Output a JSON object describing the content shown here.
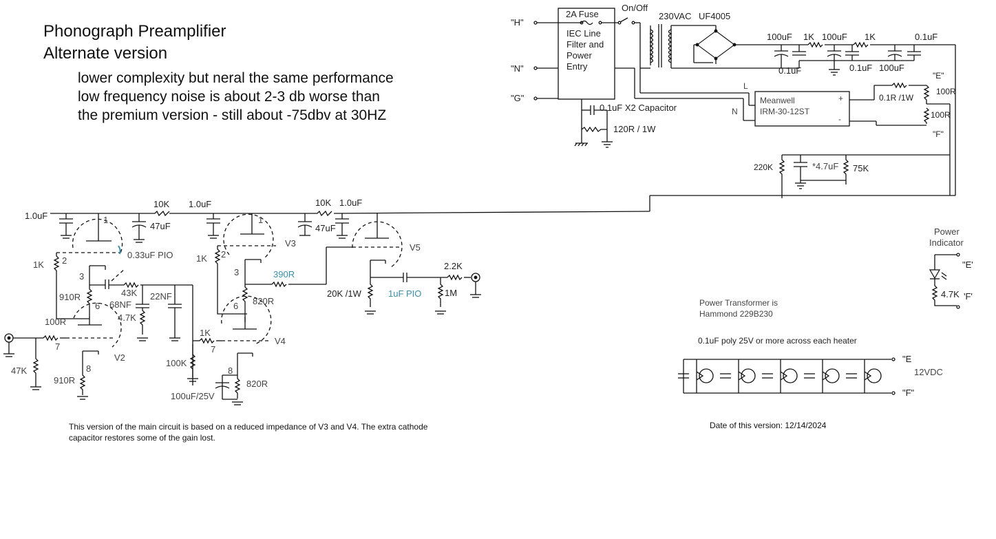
{
  "header": {
    "title": "Phonograph Preamplifier",
    "subtitle": "Alternate version",
    "description": [
      "lower complexity but neral the same performance",
      "low frequency noise is about 2-3 db worse than",
      "the premium version - still about -75dbv at 30HZ"
    ]
  },
  "power_entry": {
    "terminals": [
      "\"H\"",
      "\"N\"",
      "\"G\""
    ],
    "fuse": "2A Fuse",
    "module_label": [
      "IEC Line",
      "Filter and",
      "Power",
      "Entry"
    ],
    "switch": "On/Off",
    "transformer_voltage": "230VAC",
    "rectifier": "UF4005",
    "x2_cap": "0.1uF X2 Capacitor",
    "ground_resistor": "120R / 1W"
  },
  "hv_filter": {
    "top_labels": [
      "100uF",
      "1K",
      "100uF",
      "1K",
      "0.1uF"
    ],
    "bottom_labels": [
      "0.1uF",
      "0.1uF",
      "100uF"
    ]
  },
  "heater_supply": {
    "module_name": "Meanwell",
    "module_part": "IRM-30-12ST",
    "plus": "+",
    "minus": "-",
    "line_l": "L",
    "line_n": "N",
    "sense_resistor": "0.1R /1W",
    "balance_top": "100R",
    "balance_bottom": "100R",
    "node_e": "\"E\"",
    "node_f": "\"F\""
  },
  "bias_network": {
    "r_left": "220K",
    "cap": "*4.7uF",
    "r_right": "75K"
  },
  "main_circuit": {
    "labels": {
      "c_1uf_a": "1.0uF",
      "r_10k_a": "10K",
      "c_47uf_a": "47uF",
      "c_1uf_b": "1.0uF",
      "c_1uf_c": "1.0uF",
      "r_10k_b": "10K",
      "c_47uf_b": "47uF",
      "r_1k_v1": "1K",
      "c_033": "0.33uF PIO",
      "r_910_a": "910R",
      "r_43k": "43K",
      "c_68nf": "68NF",
      "c_22nf": "22NF",
      "r_4k7": "4.7K",
      "r_100r": "100R",
      "r_47k": "47K",
      "r_910_b": "910R",
      "r_1k_v3": "1K",
      "r_390": "390R",
      "r_820_a": "820R",
      "r_1k_v4": "1K",
      "r_100k": "100K",
      "c_100uf_25v": "100uF/25V",
      "r_820_b": "820R",
      "r_20k": "20K /1W",
      "c_1uf_pio": "1uF PIO",
      "r_2k2": "2.2K",
      "r_1m": "1M"
    },
    "tubes": [
      "V2",
      "V3",
      "V4",
      "V5"
    ],
    "pins": [
      "1",
      "2",
      "3",
      "6",
      "7",
      "8",
      "1",
      "2",
      "3",
      "6",
      "7",
      "8"
    ]
  },
  "power_indicator": {
    "title_line1": "Power",
    "title_line2": "Indicator",
    "node_e": "\"E'",
    "resistor": "4.7K",
    "node_f": "'F'"
  },
  "notes": {
    "transformer": [
      "Power Transformer is",
      "Hammond 229B230"
    ],
    "heater_caps": "0.1uF poly 25V or more across each heater",
    "heater_e": "\"E",
    "heater_f": "\"F\"",
    "heater_voltage": "12VDC",
    "circuit_note": [
      "This version of the main circuit is based on a reduced impedance of V3 and V4.  The extra cathode",
      "capacitor restores some of the gain lost."
    ],
    "date": "Date of this version: 12/14/2024"
  },
  "colors": {
    "wire": "#111111",
    "blue_label": "#3a8fa8",
    "gray_label": "#444444"
  }
}
